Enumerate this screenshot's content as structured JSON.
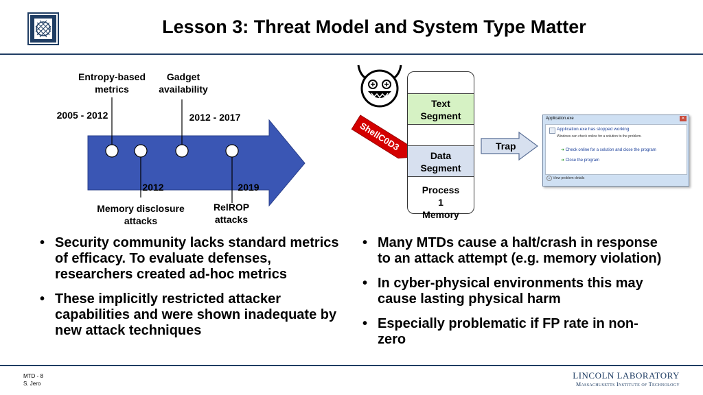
{
  "slide": {
    "title": "Lesson 3: Threat Model and System Type Matter"
  },
  "timeline": {
    "top_labels": [
      "Entropy-based metrics",
      "Gadget availability"
    ],
    "ranges": [
      "2005 - 2012",
      "2012 - 2017"
    ],
    "bottom_years": [
      "2012",
      "2019"
    ],
    "bottom_labels": [
      "Memory disclosure attacks",
      "RelROP attacks"
    ],
    "arrow_color": "#3a56b4"
  },
  "memory_diagram": {
    "segments": {
      "text": "Text Segment",
      "data": "Data Segment",
      "process": "Process 1 Memory"
    },
    "shellcode_label": "ShellC0D3",
    "trap_label": "Trap",
    "colors": {
      "text_segment": "#d6f2c4",
      "data_segment": "#d7e0ef",
      "shellcode": "#d40000"
    }
  },
  "error_dialog": {
    "window_title": "Application.exe",
    "heading": "Application.exe has stopped working",
    "message": "Windows can check online for a solution to the problem.",
    "option_1": "Check online for a solution and close the program",
    "option_2": "Close the program",
    "details": "View problem details"
  },
  "left_bullets": [
    "Security community lacks standard metrics of efficacy. To evaluate defenses, researchers created ad-hoc metrics",
    "These implicitly restricted attacker capabilities and were shown inadequate by new attack techniques"
  ],
  "right_bullets": [
    "Many MTDs cause a halt/crash in response to an attack attempt (e.g. memory violation)",
    "In cyber-physical environments this may cause lasting physical harm",
    "Especially problematic if FP rate in non-zero"
  ],
  "footer": {
    "slide_id": "MTD - 8",
    "author": "S. Jero",
    "org_line1": "LINCOLN LABORATORY",
    "org_line2": "Massachusetts Institute of Technology"
  }
}
